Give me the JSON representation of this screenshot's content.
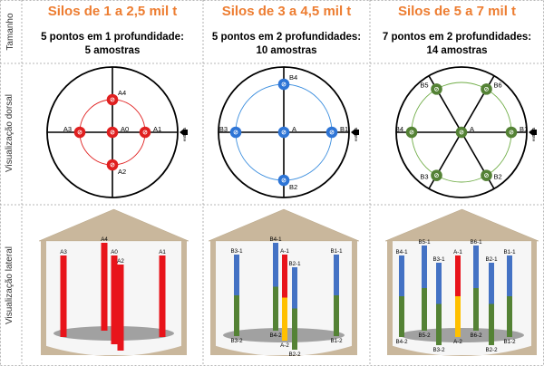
{
  "row_labels": {
    "size": "Tamanho",
    "dorsal": "Visualização dorsal",
    "lateral": "Visualização lateral"
  },
  "entrada_label": "entrada",
  "columns": [
    {
      "title": "Silos de 1 a 2,5 mil t",
      "desc_line1": "5 pontos em 1 profundidade:",
      "desc_line2": "5 amostras",
      "ring_color": "#E02020",
      "marker_color": "#E02020",
      "points": [
        {
          "id": "A0",
          "label": "A0",
          "pos": "center"
        },
        {
          "id": "A1",
          "label": "A1",
          "pos": "right"
        },
        {
          "id": "A2",
          "label": "A2",
          "pos": "bottom"
        },
        {
          "id": "A3",
          "label": "A3",
          "pos": "left"
        },
        {
          "id": "A4",
          "label": "A4",
          "pos": "top"
        }
      ],
      "probes": [
        {
          "top_label": "A3",
          "bottom_label": "",
          "segments": [
            "red"
          ]
        },
        {
          "top_label": "A4",
          "bottom_label": "",
          "segments": [
            "red"
          ]
        },
        {
          "top_label": "A0",
          "bottom_label": "",
          "segments": [
            "red"
          ]
        },
        {
          "top_label": "A2",
          "bottom_label": "",
          "segments": [
            "red"
          ]
        },
        {
          "top_label": "A1",
          "bottom_label": "",
          "segments": [
            "red"
          ]
        }
      ]
    },
    {
      "title": "Silos de 3 a 4,5 mil t",
      "desc_line1": "5 pontos em 2 profundidades:",
      "desc_line2": "10 amostras",
      "ring_color": "#3A8DDE",
      "marker_color": "#2E75D6",
      "points": [
        {
          "id": "A",
          "label": "A",
          "pos": "center"
        },
        {
          "id": "B1",
          "label": "B1",
          "pos": "right"
        },
        {
          "id": "B2",
          "label": "B2",
          "pos": "bottom"
        },
        {
          "id": "B3",
          "label": "B3",
          "pos": "left"
        },
        {
          "id": "B4",
          "label": "B4",
          "pos": "top"
        }
      ],
      "probes": [
        {
          "top_label": "B3-1",
          "bottom_label": "B3-2",
          "segments": [
            "blue",
            "green"
          ]
        },
        {
          "top_label": "B4-1",
          "bottom_label": "B4-2",
          "segments": [
            "blue",
            "green"
          ]
        },
        {
          "top_label": "A-1",
          "bottom_label": "A-2",
          "segments": [
            "red",
            "yellow"
          ]
        },
        {
          "top_label": "B2-1",
          "bottom_label": "B2-2",
          "segments": [
            "blue",
            "green"
          ]
        },
        {
          "top_label": "B1-1",
          "bottom_label": "B1-2",
          "segments": [
            "blue",
            "green"
          ]
        }
      ]
    },
    {
      "title": "Silos de 5 a 7 mil t",
      "desc_line1": "7 pontos em 2 profundidades:",
      "desc_line2": "14 amostras",
      "ring_color": "#70AD47",
      "marker_color": "#548235",
      "points": [
        {
          "id": "A",
          "label": "A",
          "pos": "center"
        },
        {
          "id": "B1",
          "label": "B1",
          "pos": "right"
        },
        {
          "id": "B2",
          "label": "B2",
          "pos": "bottom-right"
        },
        {
          "id": "B3",
          "label": "B3",
          "pos": "bottom-left"
        },
        {
          "id": "B4",
          "label": "B4",
          "pos": "left"
        },
        {
          "id": "B5",
          "label": "B5",
          "pos": "top-left"
        },
        {
          "id": "B6",
          "label": "B6",
          "pos": "top-right"
        }
      ],
      "probes": [
        {
          "top_label": "B4-1",
          "bottom_label": "B4-2",
          "segments": [
            "blue",
            "green"
          ]
        },
        {
          "top_label": "B5-1",
          "bottom_label": "B5-2",
          "segments": [
            "blue",
            "green"
          ]
        },
        {
          "top_label": "B3-1",
          "bottom_label": "B3-2",
          "segments": [
            "blue",
            "green"
          ]
        },
        {
          "top_label": "A-1",
          "bottom_label": "A-2",
          "segments": [
            "red",
            "yellow"
          ]
        },
        {
          "top_label": "B6-1",
          "bottom_label": "B6-2",
          "segments": [
            "blue",
            "green"
          ]
        },
        {
          "top_label": "B2-1",
          "bottom_label": "B2-2",
          "segments": [
            "blue",
            "green"
          ]
        },
        {
          "top_label": "B1-1",
          "bottom_label": "B1-2",
          "segments": [
            "blue",
            "green"
          ]
        }
      ]
    }
  ],
  "colors": {
    "title": "#ED7D31",
    "red": "#E8141B",
    "yellow": "#FFC000",
    "blue": "#4472C4",
    "green": "#548235",
    "roof": "#C9B79C",
    "grid": "#A0A0A0"
  }
}
